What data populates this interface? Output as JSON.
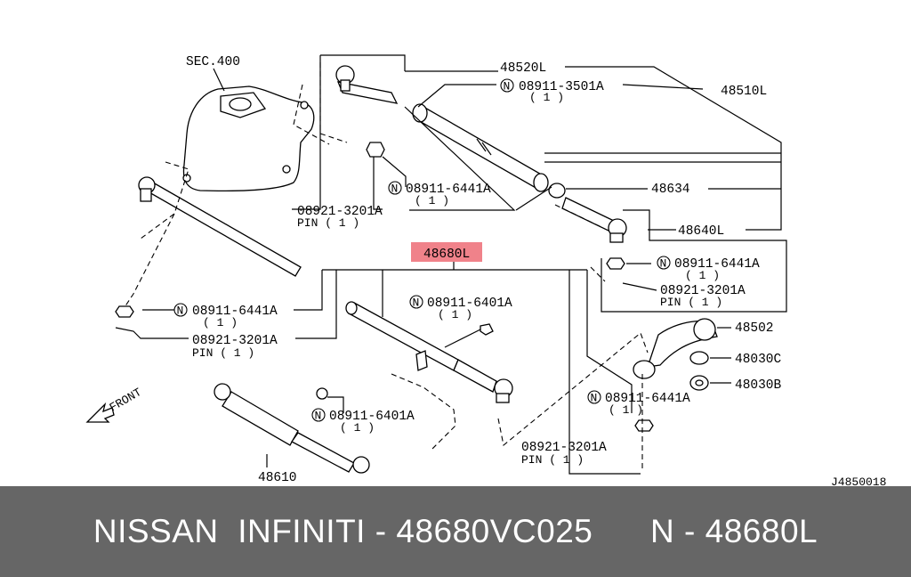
{
  "diagram": {
    "labels": {
      "sec400": "SEC.400",
      "p48520L": "48520L",
      "p48510L": "48510L",
      "n35": "08911-3501A",
      "n35q": "( 1 )",
      "n64a": "08911-6441A",
      "n64aq": "( 1 )",
      "pin_a": "08921-3201A",
      "pin_a2": "PIN ( 1 )",
      "p48634": "48634",
      "p48640L": "48640L",
      "highlight": "48680L",
      "n64b": "08911-6441A",
      "n64bq": "( 1 )",
      "pin_b": "08921-3201A",
      "pin_b2": "PIN ( 1 )",
      "n64c": "08911-6441A",
      "n64cq": "( 1 )",
      "pin_c": "08921-3201A",
      "pin_c2": "PIN ( 1 )",
      "n6401a": "08911-6401A",
      "n6401aq": "( 1 )",
      "p48502": "48502",
      "p48030C": "48030C",
      "p48030B": "48030B",
      "n64d": "08911-6441A",
      "n64dq": "( 1 )",
      "n6401b": "08911-6401A",
      "n6401bq": "( 1 )",
      "pin_d": "08921-3201A",
      "pin_d2": "PIN ( 1 )",
      "p48610": "48610",
      "front": "FRONT",
      "ref": "J4850018",
      "n_mark": "N"
    },
    "highlight_color": "#f0828a"
  },
  "footer": {
    "text": "NISSAN  INFINITI - 48680VC025      N - 48680L"
  }
}
